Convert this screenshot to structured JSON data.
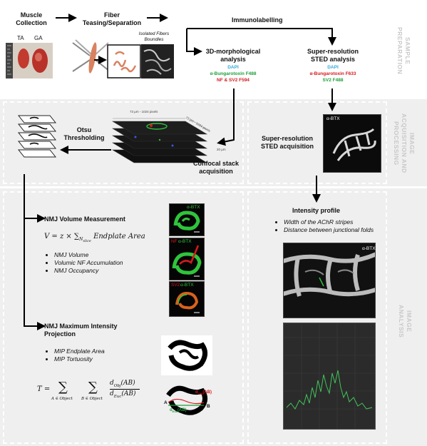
{
  "sections": {
    "prep": "SAMPLE\nPREPARATION",
    "acq": "IMAGE\nACQUISITION AND\nPROCESSING",
    "analysis": "IMAGE\nANALYSIS"
  },
  "prep": {
    "muscle_collection": "Muscle\nCollection",
    "ta": "TA",
    "ga": "GA",
    "fiber_teasing": "Fiber\nTeasing/Separation",
    "isolated_fibers": "Isolated Fibers\nBoundles",
    "immunolabelling": "Immunolabelling",
    "morph_title": "3D-morphological\nanalysis",
    "morph_dapi": "DAPI",
    "morph_btx": "α-Bungarotoxin F488",
    "morph_nf": "NF & SV2 F594",
    "sted_title": "Super-resolution\nSTED analysis",
    "sted_dapi": "DAPI",
    "sted_btx": "α-Bungarotoxin F633",
    "sted_sv2": "SV2 F488"
  },
  "acq": {
    "otsu": "Otsu\nThresholding",
    "confocal": "Confocal stack\nacquisition",
    "dim1": "73 μm - 1024 pixels",
    "dim2": "73 μm - 1024 pixels",
    "dim3": "20 μm",
    "sted_acq": "Super-resolution\nSTED acquisition",
    "btx_label": "α-BTX"
  },
  "analysis": {
    "volume_title": "NMJ Volume Measurement",
    "volume_formula_lhs": "V = z × ∑",
    "volume_formula_sub": "N",
    "volume_formula_subsub": "slice",
    "volume_formula_rhs": " Endplate Area",
    "volume_items": [
      "NMJ Volume",
      "Volumic NF Accumulation",
      "NMJ Occupancy"
    ],
    "mip_title": "NMJ Maximum Intensity\nProjection",
    "mip_items": [
      "MIP Endplate Area",
      "MIP Tortuosity"
    ],
    "tort_T": "T =",
    "tort_sum1": "∑",
    "tort_sum1_sub": "A ∈ Object",
    "tort_sum2": "∑",
    "tort_sum2_sub": "B ∈ Object",
    "tort_num": "d",
    "tort_num_sub": "Obj",
    "tort_num_ab": "(AB)",
    "tort_den": "d",
    "tort_den_sub": "Euc",
    "tort_den_ab": "(AB)",
    "img1_label": "α-BTX",
    "img2_label_nf": "NF",
    "img2_label_btx": "α-BTX",
    "img3_label_sv2": "SV2",
    "img3_label_btx": "α-BTX",
    "tort_label_a": "A",
    "tort_label_b": "B",
    "tort_label_obj": "d",
    "tort_label_obj_sub": "Obj",
    "tort_label_obj_ab": "(AB)",
    "tort_label_euc": "d",
    "tort_label_euc_sub": "Euc",
    "tort_label_euc_ab": "(AB)",
    "intensity_title": "Intensity profile",
    "intensity_items": [
      "Width of the AChR stripes",
      "Distance between junctional folds"
    ],
    "sted_img_label": "α-BTX"
  },
  "colors": {
    "dapi": "#33a9dc",
    "btx_green": "#1f9e3a",
    "nf_red": "#d7191c",
    "btx_red": "#d7191c",
    "sv2_green": "#1f9e3a",
    "plot_line": "#41c45a"
  }
}
